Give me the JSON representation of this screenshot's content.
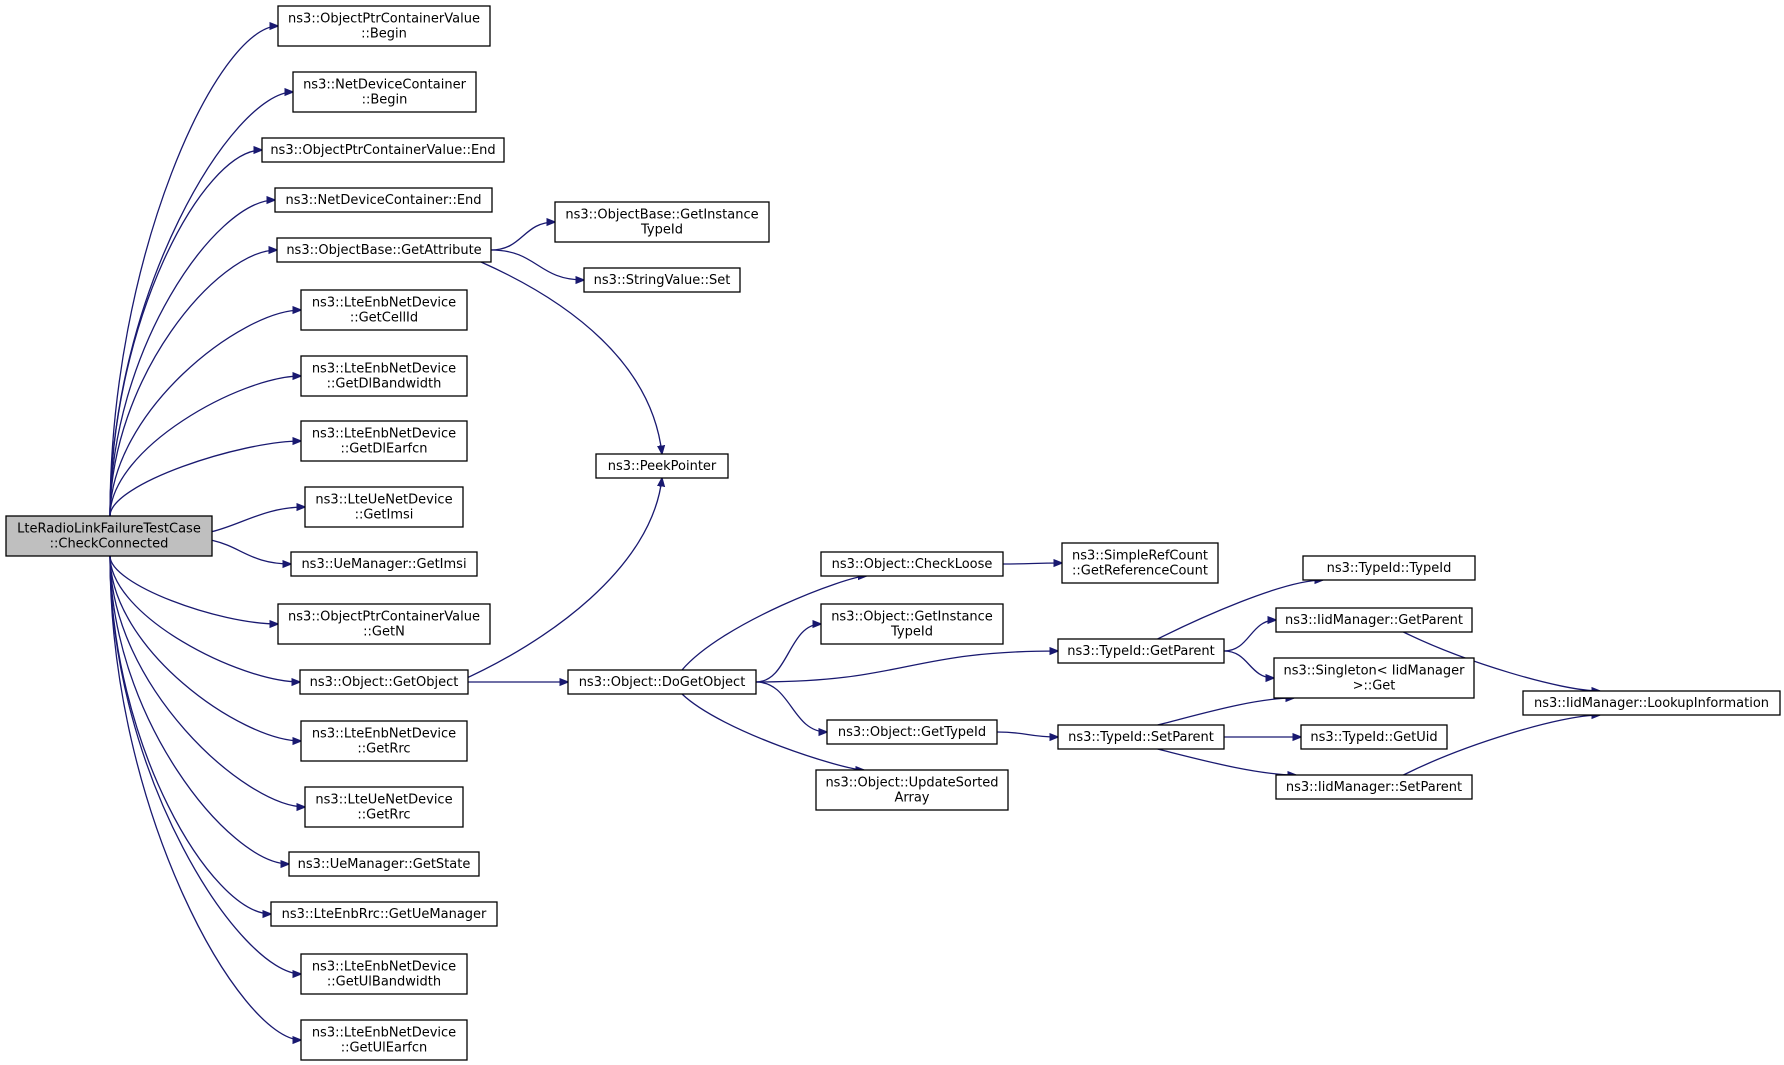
{
  "nodes": [
    {
      "id": "root",
      "lines": [
        "LteRadioLinkFailureTestCase",
        "::CheckConnected"
      ],
      "root": true
    },
    {
      "id": "optrBegin",
      "lines": [
        "ns3::ObjectPtrContainerValue",
        "::Begin"
      ]
    },
    {
      "id": "ndcBegin",
      "lines": [
        "ns3::NetDeviceContainer",
        "::Begin"
      ]
    },
    {
      "id": "optrEnd",
      "lines": [
        "ns3::ObjectPtrContainerValue::End"
      ]
    },
    {
      "id": "ndcEnd",
      "lines": [
        "ns3::NetDeviceContainer::End"
      ]
    },
    {
      "id": "getAttr",
      "lines": [
        "ns3::ObjectBase::GetAttribute"
      ]
    },
    {
      "id": "getCellId",
      "lines": [
        "ns3::LteEnbNetDevice",
        "::GetCellId"
      ]
    },
    {
      "id": "getDlBw",
      "lines": [
        "ns3::LteEnbNetDevice",
        "::GetDlBandwidth"
      ]
    },
    {
      "id": "getDlEarfcn",
      "lines": [
        "ns3::LteEnbNetDevice",
        "::GetDlEarfcn"
      ]
    },
    {
      "id": "ueGetImsi",
      "lines": [
        "ns3::LteUeNetDevice",
        "::GetImsi"
      ]
    },
    {
      "id": "uemGetImsi",
      "lines": [
        "ns3::UeManager::GetImsi"
      ]
    },
    {
      "id": "optrGetN",
      "lines": [
        "ns3::ObjectPtrContainerValue",
        "::GetN"
      ]
    },
    {
      "id": "getObject",
      "lines": [
        "ns3::Object::GetObject"
      ]
    },
    {
      "id": "enbGetRrc",
      "lines": [
        "ns3::LteEnbNetDevice",
        "::GetRrc"
      ]
    },
    {
      "id": "ueGetRrc",
      "lines": [
        "ns3::LteUeNetDevice",
        "::GetRrc"
      ]
    },
    {
      "id": "uemGetState",
      "lines": [
        "ns3::UeManager::GetState"
      ]
    },
    {
      "id": "getUeMgr",
      "lines": [
        "ns3::LteEnbRrc::GetUeManager"
      ]
    },
    {
      "id": "getUlBw",
      "lines": [
        "ns3::LteEnbNetDevice",
        "::GetUlBandwidth"
      ]
    },
    {
      "id": "getUlEarfcn",
      "lines": [
        "ns3::LteEnbNetDevice",
        "::GetUlEarfcn"
      ]
    },
    {
      "id": "obGetInstTid",
      "lines": [
        "ns3::ObjectBase::GetInstance",
        "TypeId"
      ]
    },
    {
      "id": "strSet",
      "lines": [
        "ns3::StringValue::Set"
      ]
    },
    {
      "id": "peekPtr",
      "lines": [
        "ns3::PeekPointer"
      ]
    },
    {
      "id": "doGetObject",
      "lines": [
        "ns3::Object::DoGetObject"
      ]
    },
    {
      "id": "checkLoose",
      "lines": [
        "ns3::Object::CheckLoose"
      ]
    },
    {
      "id": "objGetInstTid",
      "lines": [
        "ns3::Object::GetInstance",
        "TypeId"
      ]
    },
    {
      "id": "objGetTid",
      "lines": [
        "ns3::Object::GetTypeId"
      ]
    },
    {
      "id": "updSorted",
      "lines": [
        "ns3::Object::UpdateSorted",
        "Array"
      ]
    },
    {
      "id": "getRefCount",
      "lines": [
        "ns3::SimpleRefCount",
        "::GetReferenceCount"
      ]
    },
    {
      "id": "tidGetParent",
      "lines": [
        "ns3::TypeId::GetParent"
      ]
    },
    {
      "id": "tidSetParent",
      "lines": [
        "ns3::TypeId::SetParent"
      ]
    },
    {
      "id": "tidCtor",
      "lines": [
        "ns3::TypeId::TypeId"
      ]
    },
    {
      "id": "iidGetParent",
      "lines": [
        "ns3::IidManager::GetParent"
      ]
    },
    {
      "id": "singletonGet",
      "lines": [
        "ns3::Singleton< IidManager",
        " >::Get"
      ]
    },
    {
      "id": "tidGetUid",
      "lines": [
        "ns3::TypeId::GetUid"
      ]
    },
    {
      "id": "iidSetParent",
      "lines": [
        "ns3::IidManager::SetParent"
      ]
    },
    {
      "id": "lookupInfo",
      "lines": [
        "ns3::IidManager::LookupInformation"
      ]
    }
  ],
  "edges": [
    [
      "root",
      "optrBegin"
    ],
    [
      "root",
      "ndcBegin"
    ],
    [
      "root",
      "optrEnd"
    ],
    [
      "root",
      "ndcEnd"
    ],
    [
      "root",
      "getAttr"
    ],
    [
      "root",
      "getCellId"
    ],
    [
      "root",
      "getDlBw"
    ],
    [
      "root",
      "getDlEarfcn"
    ],
    [
      "root",
      "ueGetImsi"
    ],
    [
      "root",
      "uemGetImsi"
    ],
    [
      "root",
      "optrGetN"
    ],
    [
      "root",
      "getObject"
    ],
    [
      "root",
      "enbGetRrc"
    ],
    [
      "root",
      "ueGetRrc"
    ],
    [
      "root",
      "uemGetState"
    ],
    [
      "root",
      "getUeMgr"
    ],
    [
      "root",
      "getUlBw"
    ],
    [
      "root",
      "getUlEarfcn"
    ],
    [
      "getAttr",
      "obGetInstTid"
    ],
    [
      "getAttr",
      "strSet"
    ],
    [
      "getAttr",
      "peekPtr"
    ],
    [
      "getObject",
      "peekPtr"
    ],
    [
      "getObject",
      "doGetObject"
    ],
    [
      "doGetObject",
      "checkLoose"
    ],
    [
      "doGetObject",
      "objGetInstTid"
    ],
    [
      "doGetObject",
      "tidGetParent"
    ],
    [
      "doGetObject",
      "objGetTid"
    ],
    [
      "doGetObject",
      "updSorted"
    ],
    [
      "checkLoose",
      "getRefCount"
    ],
    [
      "objGetTid",
      "tidSetParent"
    ],
    [
      "tidGetParent",
      "tidCtor"
    ],
    [
      "tidGetParent",
      "iidGetParent"
    ],
    [
      "tidGetParent",
      "singletonGet"
    ],
    [
      "tidSetParent",
      "singletonGet"
    ],
    [
      "tidSetParent",
      "tidGetUid"
    ],
    [
      "tidSetParent",
      "iidSetParent"
    ],
    [
      "iidGetParent",
      "lookupInfo"
    ],
    [
      "iidSetParent",
      "lookupInfo"
    ]
  ]
}
